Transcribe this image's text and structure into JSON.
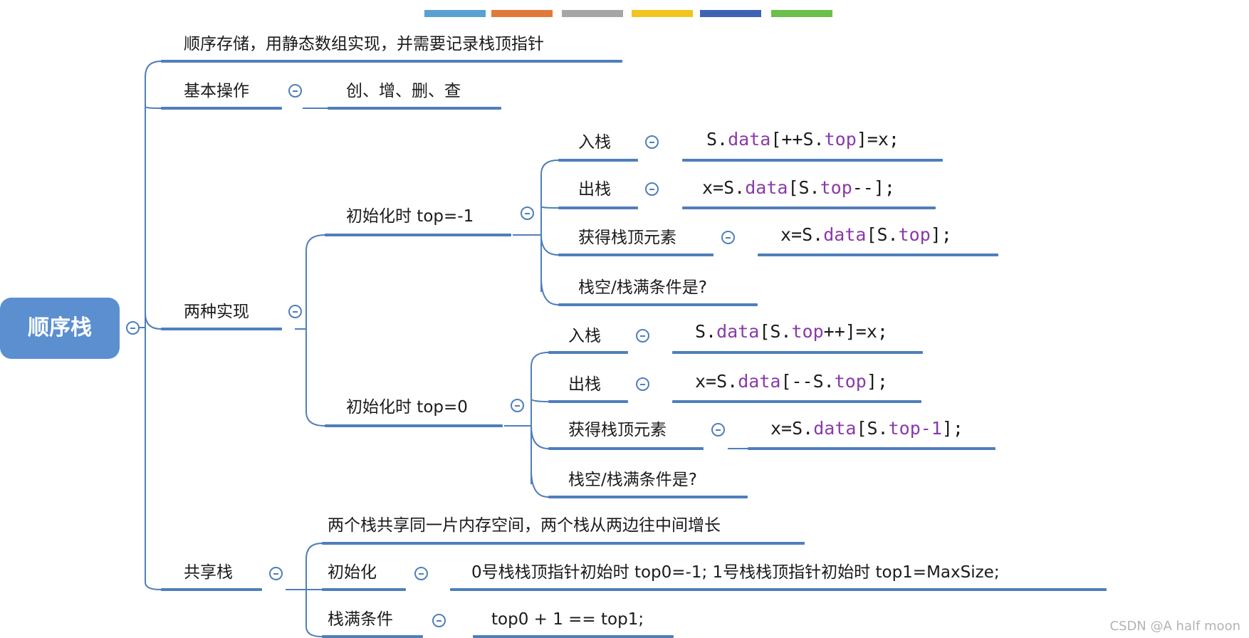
{
  "palette": [
    "#5aa0d3",
    "#e07a3a",
    "#a6a6a6",
    "#f2c420",
    "#3f63b4",
    "#6cc04a"
  ],
  "root": {
    "label": "顺序栈"
  },
  "branches": {
    "storage": "顺序存储，用静态数组实现，并需要记录栈顶指针",
    "basic_ops": {
      "label": "基本操作",
      "detail": "创、增、删、查"
    },
    "two_impls": {
      "label": "两种实现",
      "init_neg1": {
        "label": "初始化时 top=-1",
        "push_label": "入栈",
        "push_code": [
          "S.",
          "data",
          "[++S.",
          "top",
          "]=x;"
        ],
        "pop_label": "出栈",
        "pop_code": [
          "x=S.",
          "data",
          "[S.",
          "top",
          "--];"
        ],
        "peek_label": "获得栈顶元素",
        "peek_code": [
          "x=S.",
          "data",
          "[S.",
          "top",
          "];"
        ],
        "cond_label": "栈空/栈满条件是?"
      },
      "init_0": {
        "label": "初始化时 top=0",
        "push_label": "入栈",
        "push_code": [
          "S.",
          "data",
          "[S.",
          "top",
          "++]=x;"
        ],
        "pop_label": "出栈",
        "pop_code": [
          "x=S.",
          "data",
          "[--S.",
          "top",
          "];"
        ],
        "peek_label": "获得栈顶元素",
        "peek_code": [
          "x=S.",
          "data",
          "[S.",
          "top-1",
          "];"
        ],
        "cond_label": "栈空/栈满条件是?"
      }
    },
    "shared": {
      "label": "共享栈",
      "desc": "两个栈共享同一片内存空间，两个栈从两边往中间增长",
      "init_label": "初始化",
      "init_detail": "0号栈栈顶指针初始时 top0=-1;   1号栈栈顶指针初始时  top1=MaxSize;",
      "full_label": "栈满条件",
      "full_detail": "top0 + 1 == top1;"
    }
  },
  "watermark": "CSDN @A half moon"
}
